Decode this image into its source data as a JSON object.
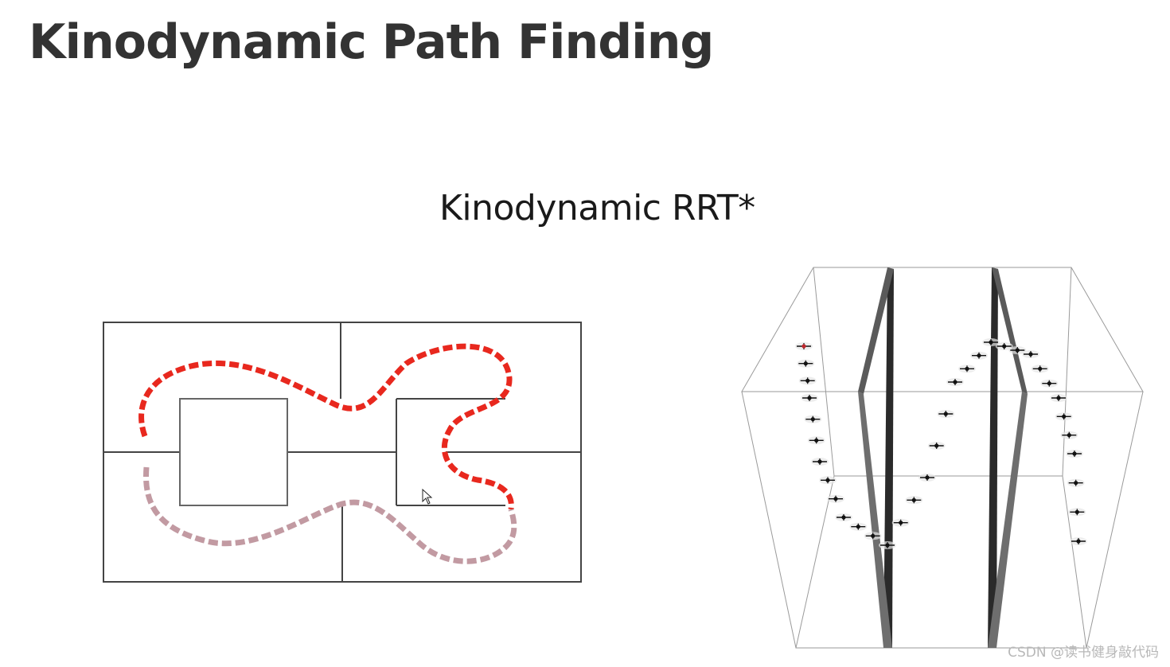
{
  "slide": {
    "title": "Kinodynamic Path Finding",
    "subtitle": "Kinodynamic RRT*"
  },
  "figures": {
    "planar_maze": {
      "path_color_start": "#e8281e",
      "path_color_end": "#c29aa2",
      "wall_color": "#444444"
    },
    "quadrotor_3d": {
      "wall_color": "#555555",
      "box_edge_color": "#9a9a9a",
      "marker_color": "#111111"
    }
  },
  "cursor": {
    "icon": "mouse-pointer-icon"
  },
  "watermark": "CSDN @读书健身敲代码"
}
